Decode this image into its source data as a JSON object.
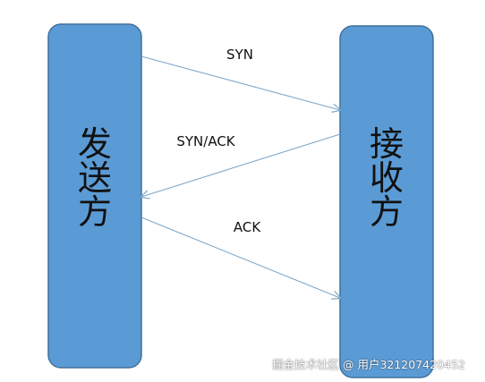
{
  "diagram": {
    "sender": {
      "label_chars": [
        "发",
        "送",
        "方"
      ]
    },
    "receiver": {
      "label_chars": [
        "接",
        "收",
        "方"
      ]
    },
    "messages": [
      {
        "label": "SYN",
        "direction": "sender-to-receiver"
      },
      {
        "label": "SYN/ACK",
        "direction": "receiver-to-sender"
      },
      {
        "label": "ACK",
        "direction": "sender-to-receiver"
      }
    ]
  },
  "colors": {
    "box_fill": "#5b9bd5",
    "box_stroke": "#41719c",
    "arrow": "#7da7c9"
  },
  "watermark": {
    "text": "掘金技术社区 @ 用户321207420452"
  }
}
